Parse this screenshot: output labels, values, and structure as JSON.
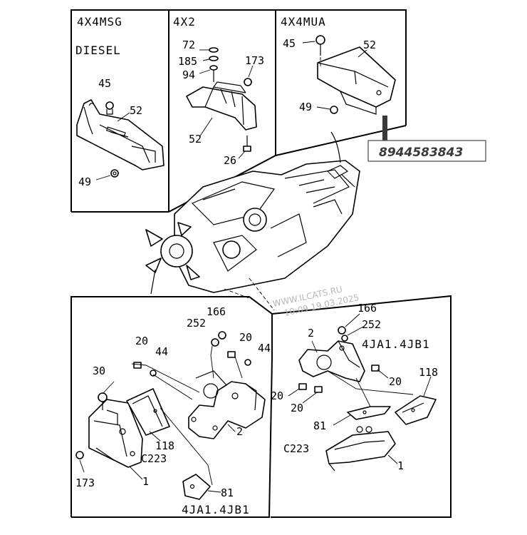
{
  "panels": {
    "msg": {
      "header": "4X4MSG",
      "subheader": "DIESEL",
      "labels": [
        "45",
        "52",
        "49"
      ]
    },
    "x2": {
      "header": "4X2",
      "labels": [
        "72",
        "185",
        "94",
        "173",
        "52",
        "26"
      ]
    },
    "mua": {
      "header": "4X4MUA",
      "labels": [
        "45",
        "52",
        "49"
      ]
    },
    "bottom_left": {
      "labels": [
        "166",
        "252",
        "20",
        "20",
        "44",
        "44",
        "30",
        "118",
        "C223",
        "2",
        "173",
        "1",
        "81"
      ],
      "footer": "4JA1.4JB1"
    },
    "bottom_right": {
      "labels": [
        "166",
        "252",
        "2",
        "20",
        "20",
        "20",
        "118",
        "81",
        "C223",
        "1"
      ],
      "engine_code": "4JA1.4JB1"
    }
  },
  "callout": {
    "part_number": "8944583843"
  },
  "watermark": {
    "site": "WWW.ILCATS.RU",
    "stamp": "10:09 19.03.2025"
  },
  "colors": {
    "line": "#000000",
    "callout_border": "#555555",
    "callout_bar": "#3a3a3a"
  }
}
